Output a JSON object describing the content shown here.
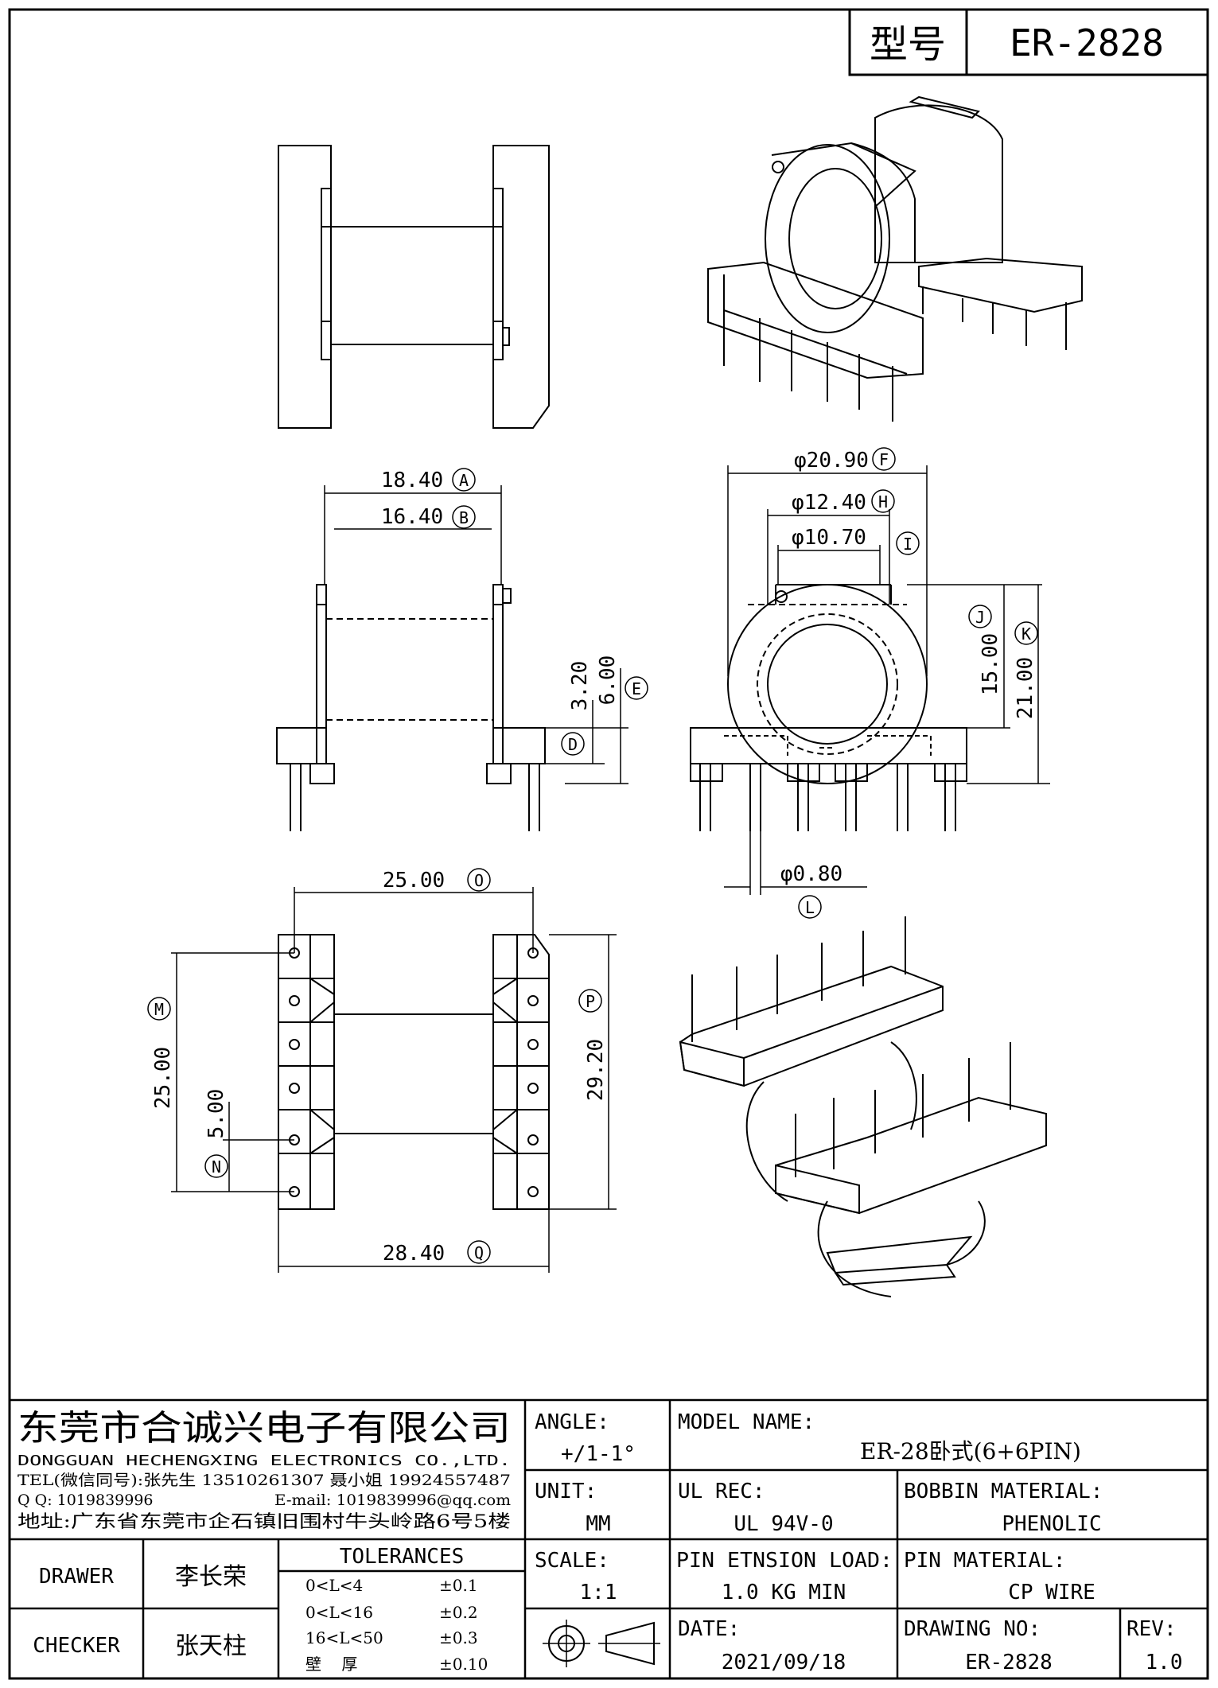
{
  "title_block_top": {
    "model_label": "型号",
    "model_value": "ER-2828"
  },
  "dimensions": {
    "A": {
      "value": "18.40",
      "letter": "A"
    },
    "B": {
      "value": "16.40",
      "letter": "B"
    },
    "D": {
      "value": "3.20",
      "letter": "D"
    },
    "E": {
      "value": "6.00",
      "letter": "E"
    },
    "F": {
      "value": "φ20.90",
      "letter": "F"
    },
    "H": {
      "value": "φ12.40",
      "letter": "H"
    },
    "I": {
      "value": "φ10.70",
      "letter": "I"
    },
    "J": {
      "value": "15.00",
      "letter": "J"
    },
    "K": {
      "value": "21.00",
      "letter": "K"
    },
    "L": {
      "value": "φ0.80",
      "letter": "L"
    },
    "O": {
      "value": "25.00",
      "letter": "O"
    },
    "M": {
      "value": "25.00",
      "letter": "M"
    },
    "N": {
      "value": "5.00",
      "letter": "N"
    },
    "P": {
      "value": "29.20",
      "letter": "P"
    },
    "Q": {
      "value": "28.40",
      "letter": "Q"
    }
  },
  "company": {
    "name_cn": "东莞市合诚兴电子有限公司",
    "name_en": "DONGGUAN HECHENGXING ELECTRONICS CO.,LTD.",
    "tel": "TEL(微信同号):张先生 13510261307 聂小姐 19924557487",
    "qq": "Q Q: 1019839996",
    "email": "E-mail: 1019839996@qq.com",
    "address": "地址:广东省东莞市企石镇旧围村牛头岭路6号5楼"
  },
  "title_block": {
    "angle_label": "ANGLE:",
    "angle_value": "+/1-1°",
    "model_name_label": "MODEL NAME:",
    "model_name_value": "ER-28卧式(6+6PIN)",
    "unit_label": "UNIT:",
    "unit_value": "MM",
    "ul_rec_label": "UL REC:",
    "ul_rec_value": "UL 94V-0",
    "bobbin_material_label": "BOBBIN MATERIAL:",
    "bobbin_material_value": "PHENOLIC",
    "scale_label": "SCALE:",
    "scale_value": "1:1",
    "pin_tension_label": "PIN ETNSION LOAD:",
    "pin_tension_value": "1.0 KG MIN",
    "pin_material_label": "PIN MATERIAL:",
    "pin_material_value": "CP WIRE",
    "date_label": "DATE:",
    "date_value": "2021/09/18",
    "drawing_no_label": "DRAWING NO:",
    "drawing_no_value": "ER-2828",
    "rev_label": "REV:",
    "rev_value": "1.0",
    "drawer_label": "DRAWER",
    "drawer_value": "李长荣",
    "checker_label": "CHECKER",
    "checker_value": "张天柱",
    "tolerances_label": "TOLERANCES",
    "tolerances": [
      {
        "range": "0<L<4",
        "value": "±0.1"
      },
      {
        "range": "0<L<16",
        "value": "±0.2"
      },
      {
        "range": "16<L<50",
        "value": "±0.3"
      },
      {
        "range": "壁    厚",
        "value": "±0.10"
      }
    ]
  }
}
